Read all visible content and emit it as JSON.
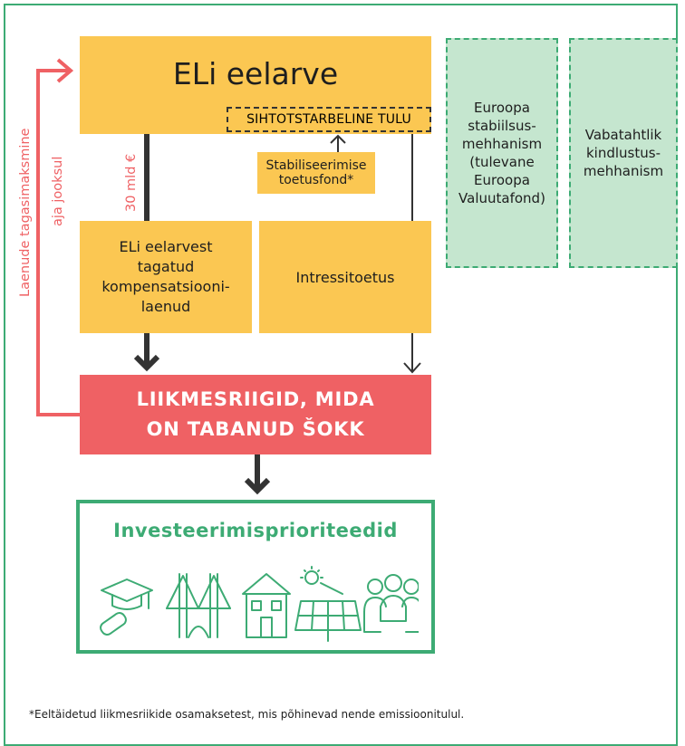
{
  "diagram": {
    "eu_budget": "ELi eelarve",
    "earmarked_revenue": "SIHTOTSTARBELINE TULU",
    "stabilisation_fund": "Stabiliseerimise toetusfond*",
    "loans_amount": "30 mld €",
    "loans_box": "ELi eelarvest tagatud kompensatsiooni-laenud",
    "interest_box": "Intressitoetus",
    "member_states": "LIIKMESRIIGID, MIDA ON TABANUD ŠOKK",
    "repayment_line1": "Laenude tagasimaksmine",
    "repayment_line2": "aja jooksul",
    "esm_box": "Euroopa stabiilsus-mehhanism (tulevane Euroopa Valuutafond)",
    "insurance_box": "Vabatahtlik kindlustus-mehhanism",
    "investment_title": "Investeerimisprioriteedid",
    "icons": [
      "education-icon",
      "bridge-icon",
      "house-icon",
      "solar-panel-icon",
      "people-icon"
    ],
    "footnote": "*Eeltäidetud liikmesriikide osamaksetest, mis põhinevad nende emissioonitulul."
  },
  "colors": {
    "yellow": "#fbc752",
    "red": "#ef6164",
    "green": "#3dab74",
    "light_green": "#c5e6cf",
    "dark": "#333333"
  }
}
